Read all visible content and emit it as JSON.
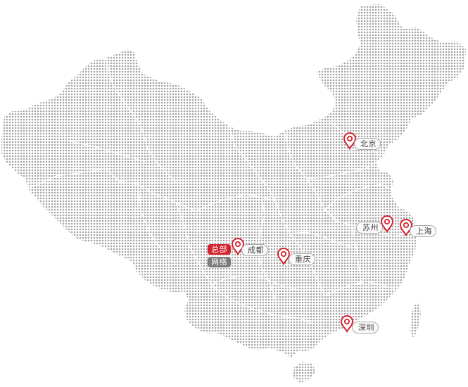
{
  "map": {
    "dot_color": "#a4a4a4",
    "border_color": "#ffffff",
    "pin_color": "#d4232f"
  },
  "badges": {
    "hq": {
      "text": "总部",
      "color": "#d4232f"
    },
    "network": {
      "text": "网络",
      "color": "#7b7b7b"
    }
  },
  "cities": [
    {
      "id": "beijing",
      "name": "北京"
    },
    {
      "id": "suzhou",
      "name": "苏州"
    },
    {
      "id": "shanghai",
      "name": "上海"
    },
    {
      "id": "chengdu",
      "name": "成都"
    },
    {
      "id": "chongqing",
      "name": "重庆"
    },
    {
      "id": "shenzhen",
      "name": "深圳"
    }
  ]
}
